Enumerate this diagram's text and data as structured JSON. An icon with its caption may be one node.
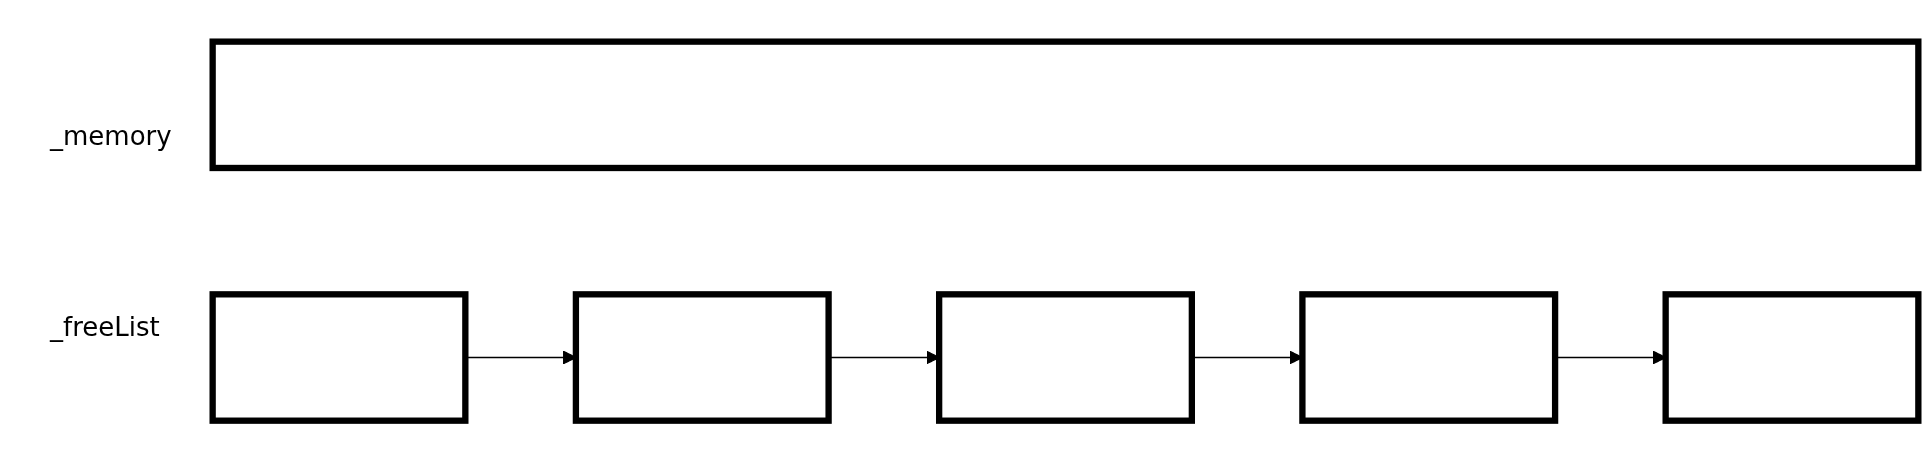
{
  "diagram": {
    "nodes": [
      {
        "text": [],
        "shape": "box"
      },
      {
        "text": [],
        "shape": "box"
      },
      {
        "text": [],
        "shape": "box"
      },
      {
        "text": [],
        "shape": "box"
      },
      {
        "text": [],
        "shape": "box"
      },
      {
        "text": [],
        "shape": "box"
      }
    ],
    "edges": [
      {
        "from": 1,
        "to": 2,
        "arrow": "to"
      },
      {
        "from": 2,
        "to": 3,
        "arrow": "to"
      },
      {
        "from": 3,
        "to": 4,
        "arrow": "to"
      },
      {
        "from": 4,
        "to": 5,
        "arrow": "to"
      }
    ],
    "labels": [
      "_memory",
      "_freeList"
    ]
  }
}
